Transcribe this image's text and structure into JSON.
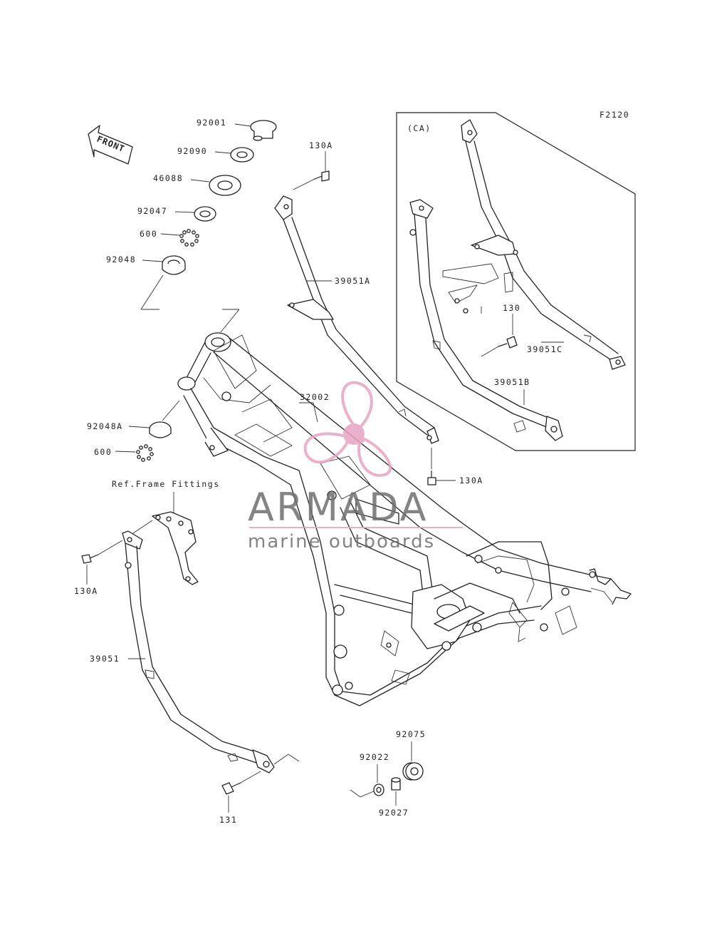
{
  "diagram": {
    "code": "F2120",
    "front_label": "FRONT",
    "inset_label": "(CA)",
    "ref_label": "Ref.Frame Fittings"
  },
  "labels": {
    "p92001": "92001",
    "p92090": "92090",
    "p46088": "46088",
    "p92047": "92047",
    "p600a": "600",
    "p92048": "92048",
    "p130A_top": "130A",
    "p39051A": "39051A",
    "p32002": "32002",
    "p92048A": "92048A",
    "p600b": "600",
    "p130A_right": "130A",
    "p130A_left": "130A",
    "p39051": "39051",
    "p131": "131",
    "p92022": "92022",
    "p92075": "92075",
    "p92027": "92027",
    "p130": "130",
    "p39051C": "39051C",
    "p39051B": "39051B"
  },
  "watermark": {
    "title": "ARMADA",
    "subtitle": "marine outboards",
    "accent": "#e8a3c3",
    "text_color": "#6f6f6f"
  }
}
